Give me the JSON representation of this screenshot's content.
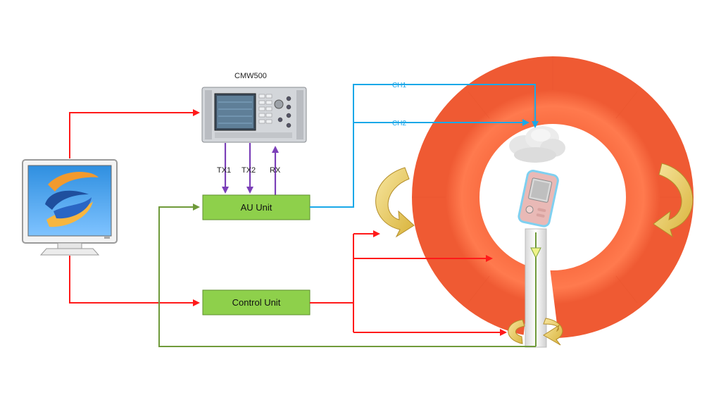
{
  "instrument": {
    "name": "CMW500"
  },
  "ports": [
    "TX1",
    "TX2",
    "RX"
  ],
  "units": {
    "au": "AU Unit",
    "control": "Control Unit"
  },
  "channels": [
    "CH1",
    "CH2"
  ],
  "colors": {
    "control_line": "#ff1a1a",
    "rf_line": "#19a8e8",
    "signal_line": "#7b3fb8",
    "feedback_line": "#6f9a3a",
    "unit_box": "#8ed04b",
    "chamber": "#ff7043",
    "rotation_arrow": "#f2d36b"
  },
  "icons": [
    "monitor-icon",
    "software-logo-icon",
    "cmw500-instrument-icon",
    "cloud-icon",
    "mobile-device-icon",
    "rotation-arrow-icon"
  ]
}
